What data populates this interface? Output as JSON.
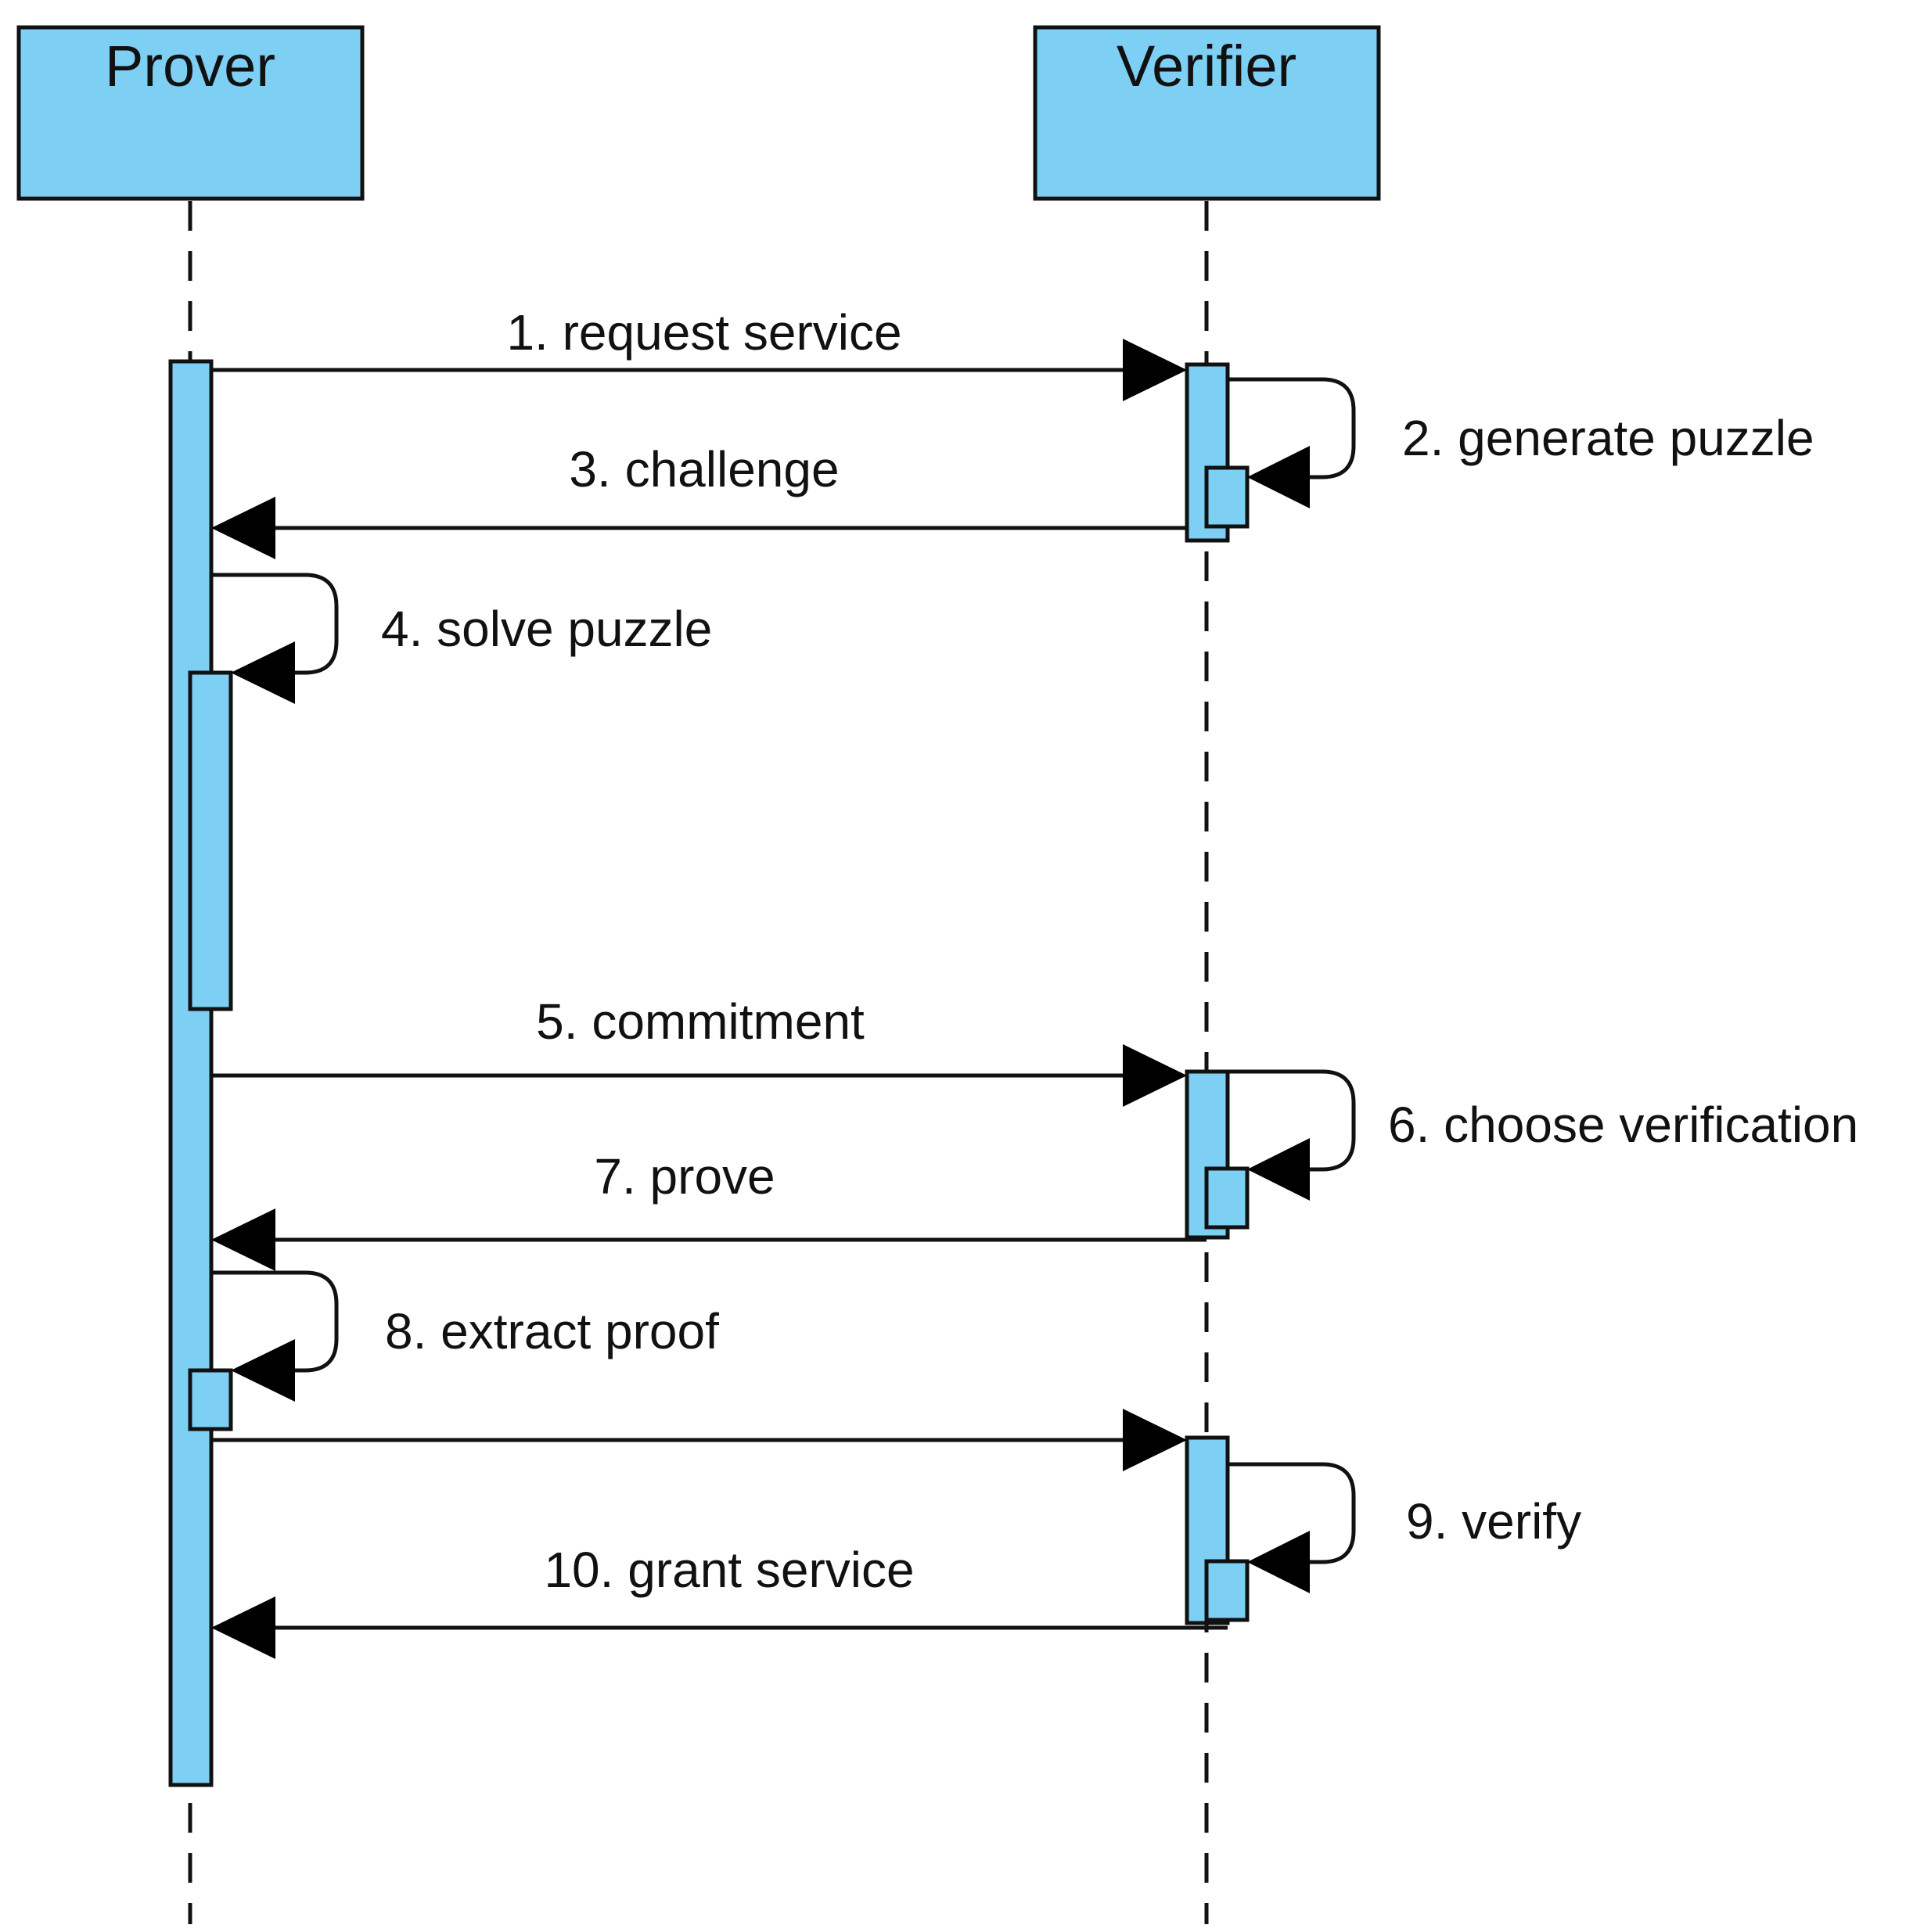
{
  "actors": {
    "prover": "Prover",
    "verifier": "Verifier"
  },
  "messages": [
    {
      "label": "1. request service",
      "from": "prover",
      "to": "verifier"
    },
    {
      "label": "2. generate puzzle",
      "from": "verifier",
      "to": "verifier"
    },
    {
      "label": "3. challenge",
      "from": "verifier",
      "to": "prover"
    },
    {
      "label": "4. solve puzzle",
      "from": "prover",
      "to": "prover"
    },
    {
      "label": "5. commitment",
      "from": "prover",
      "to": "verifier"
    },
    {
      "label": "6. choose verification",
      "from": "verifier",
      "to": "verifier"
    },
    {
      "label": "7. prove",
      "from": "verifier",
      "to": "prover"
    },
    {
      "label": "8. extract proof",
      "from": "prover",
      "to": "prover"
    },
    {
      "label": "",
      "from": "prover",
      "to": "verifier"
    },
    {
      "label": "9. verify",
      "from": "verifier",
      "to": "verifier"
    },
    {
      "label": "10. grant service",
      "from": "verifier",
      "to": "prover"
    }
  ],
  "colors": {
    "fill": "#7dcff3",
    "stroke": "#111111"
  }
}
